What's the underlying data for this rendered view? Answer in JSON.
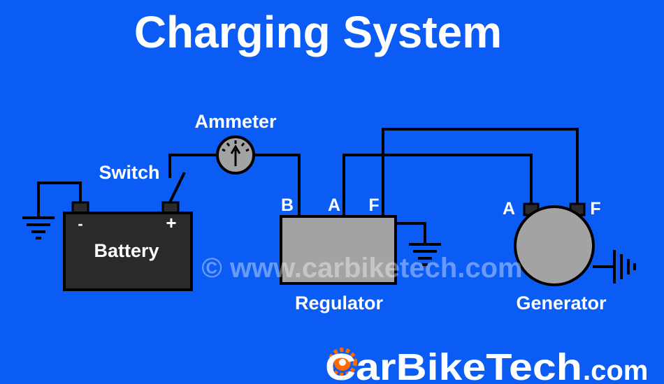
{
  "title": "Charging System",
  "labels": {
    "ammeter": "Ammeter",
    "switch": "Switch",
    "battery": "Battery",
    "battery_neg": "-",
    "battery_pos": "+",
    "reg_b": "B",
    "reg_a": "A",
    "reg_f": "F",
    "regulator": "Regulator",
    "gen_a": "A",
    "gen_f": "F",
    "generator": "Generator"
  },
  "watermark": "© www.carbiketech.com",
  "logo": {
    "main": "CarBikeTech",
    "suffix": ".com"
  },
  "colors": {
    "background": "#0a5cf5",
    "wire": "#000000",
    "battery": "#2a2a2a",
    "component": "#a3a3a3",
    "logo_accent": "#ff6a00"
  }
}
